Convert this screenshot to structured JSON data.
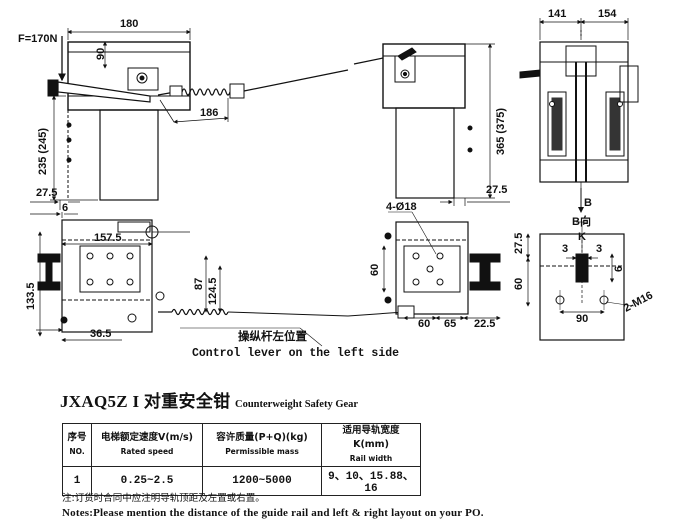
{
  "drawing": {
    "force_label": "F=170N",
    "dims": {
      "d180": "180",
      "d90_top": "90",
      "d186": "186",
      "d235": "235 (245)",
      "d365": "365 (375)",
      "d141": "141",
      "d154": "154",
      "d27_5_left": "27.5",
      "d27_5_right": "27.5",
      "d6_left": "6",
      "d157_5": "157.5",
      "d133_5": "133.5",
      "d87": "87",
      "d124_5": "124.5",
      "d36_5": "36.5",
      "holes": "4-Ø18",
      "d60_side": "60",
      "d60_bottom": "60",
      "d65": "65",
      "d22_5": "22.5",
      "b_arrow": "B",
      "b_view": "B向",
      "k_label": "K",
      "d27_5_bview": "27.5",
      "d60_bview": "60",
      "d3_left": "3",
      "d3_right": "3",
      "d6_bview": "6",
      "d90_bview": "90",
      "m16": "2-M16"
    },
    "caption_cn": "操纵杆左位置",
    "caption_en": "Control lever on the left side"
  },
  "title": {
    "main": "JXAQ5Z I 对重安全钳",
    "sub": "Counterweight Safety Gear"
  },
  "table": {
    "headers": [
      {
        "cn": "序号",
        "en": "NO."
      },
      {
        "cn": "电梯额定速度V(m/s)",
        "en": "Rated speed"
      },
      {
        "cn": "容许质量(P+Q)(kg)",
        "en": "Permissible mass"
      },
      {
        "cn": "适用导轨宽度K(mm)",
        "en": "Rail width"
      }
    ],
    "rows": [
      [
        "1",
        "0.25~2.5",
        "1200~5000",
        "9、10、15.88、16"
      ]
    ]
  },
  "notes": {
    "cn": "注:订货时合同中应注明导轨顶距及左置或右置。",
    "en": "Notes:Please mention the distance of the guide  rail and left & right layout on your PO."
  }
}
